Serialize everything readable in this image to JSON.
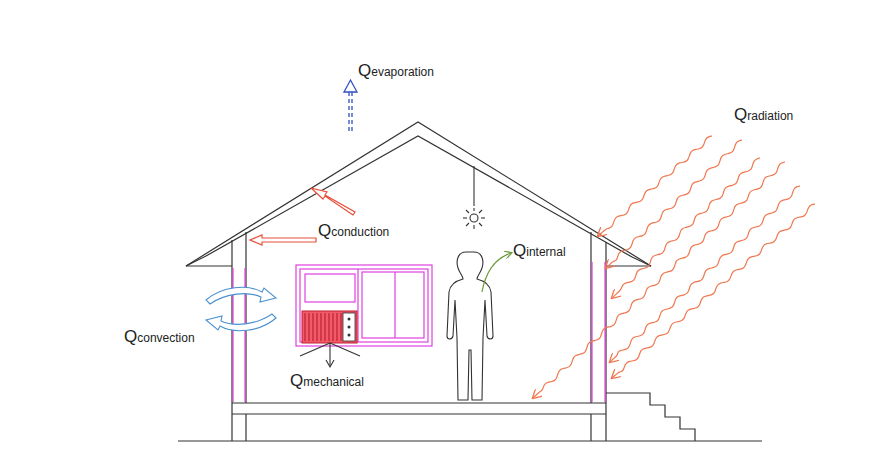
{
  "diagram": {
    "labels": [
      "Qevaporation",
      "Qradiation",
      "Qconduction",
      "Qinternal",
      "Qconvection",
      "Qmechanical"
    ]
  }
}
